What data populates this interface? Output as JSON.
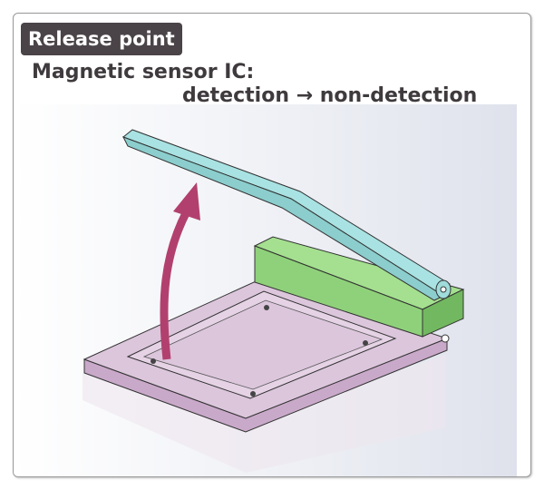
{
  "badge": {
    "label": "Release point"
  },
  "title": {
    "line1": "Magnetic sensor IC:",
    "line2": "detection → non-detection"
  },
  "colors": {
    "badge": "#4a4347",
    "text": "#3f3a3d",
    "base": "#dcc6dc",
    "lid": "#9fdcdc",
    "block": "#8fd17a",
    "arrow": "#b2406e"
  }
}
